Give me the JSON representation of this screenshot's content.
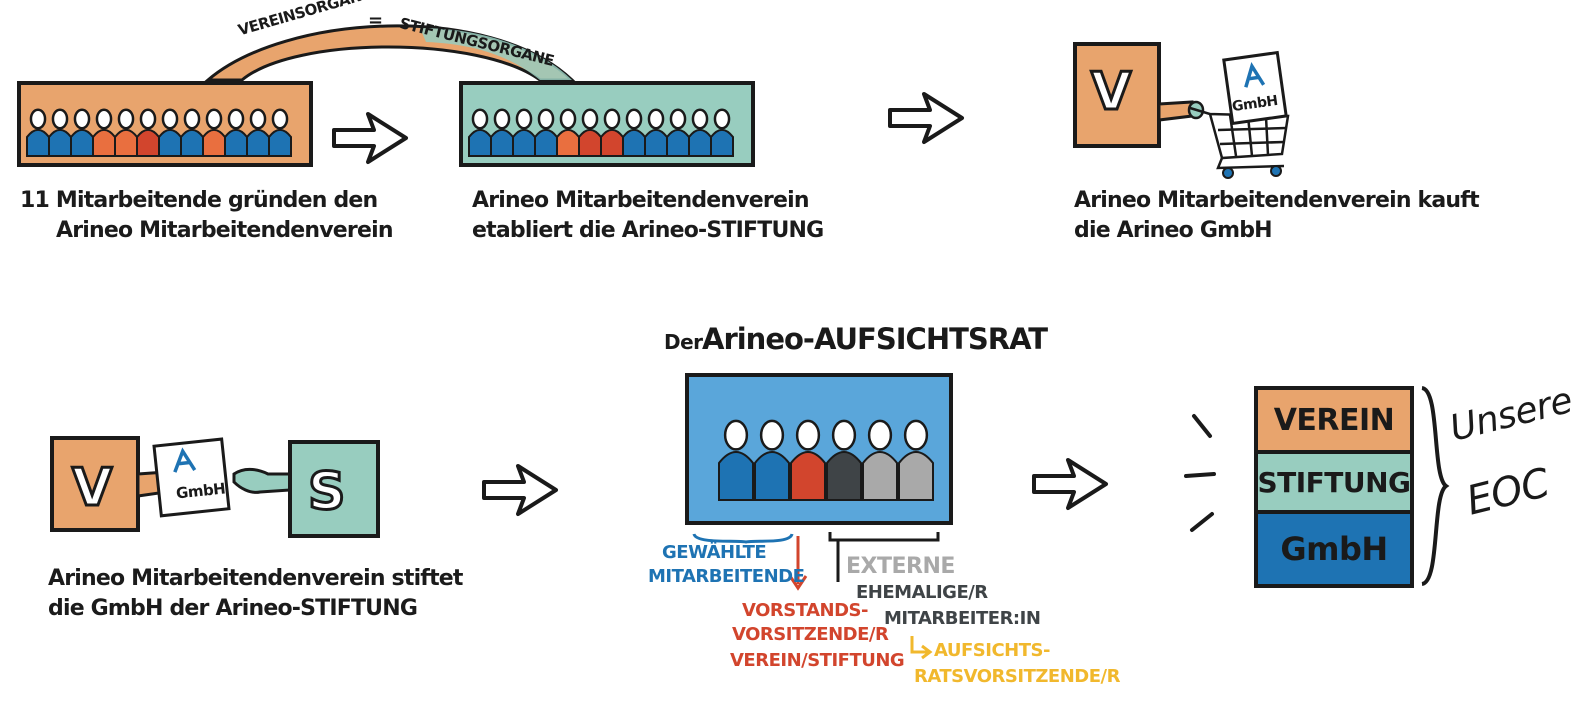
{
  "colors": {
    "orange": "#e8a46d",
    "mint": "#98cdbf",
    "blue": "#1e73b3",
    "sky": "#5aa6da",
    "red": "#d2452d",
    "coral": "#e96f3f",
    "yellow": "#f1b82d",
    "grey": "#a9a9a9",
    "charcoal": "#3f4447"
  },
  "step1": {
    "caption_line1": "11 Mitarbeitende gründen den",
    "caption_line2": "Arineo Mitarbeitendenverein"
  },
  "bridge": {
    "left": "VEREINSORGANE",
    "eq": "=",
    "right": "STIFTUNGSORGANE"
  },
  "step2": {
    "caption_line1": "Arineo Mitarbeitendenverein",
    "caption_line2": "etabliert die Arineo-STIFTUNG"
  },
  "step3": {
    "letter": "V",
    "logo_text": "GmbH",
    "caption_line1": "Arineo Mitarbeitendenverein kauft",
    "caption_line2": "die Arineo GmbH"
  },
  "step4": {
    "letter_v": "V",
    "letter_s": "S",
    "logo_text": "GmbH",
    "caption_line1": "Arineo Mitarbeitendenverein stiftet",
    "caption_line2": "die GmbH der Arineo-STIFTUNG"
  },
  "board": {
    "title_prefix": "Der",
    "title_main": "Arineo-AUFSICHTSRAT",
    "label_elected_1": "GEWÄHLTE",
    "label_elected_2": "MITARBEITENDE",
    "label_chair_1": "VORSTANDS-",
    "label_chair_2": "VORSITZENDE/R",
    "label_chair_3": "VEREIN/STIFTUNG",
    "label_external": "EXTERNE",
    "label_former_1": "EHEMALIGE/R",
    "label_former_2": "MITARBEITER:IN",
    "label_super_1": "AUFSICHTS-",
    "label_super_2": "RATSVORSITZENDE/R"
  },
  "stack": {
    "verein": "VEREIN",
    "stiftung": "STIFTUNG",
    "gmbh": "GmbH",
    "note_line1": "Unsere",
    "note_line2": "EOC"
  }
}
